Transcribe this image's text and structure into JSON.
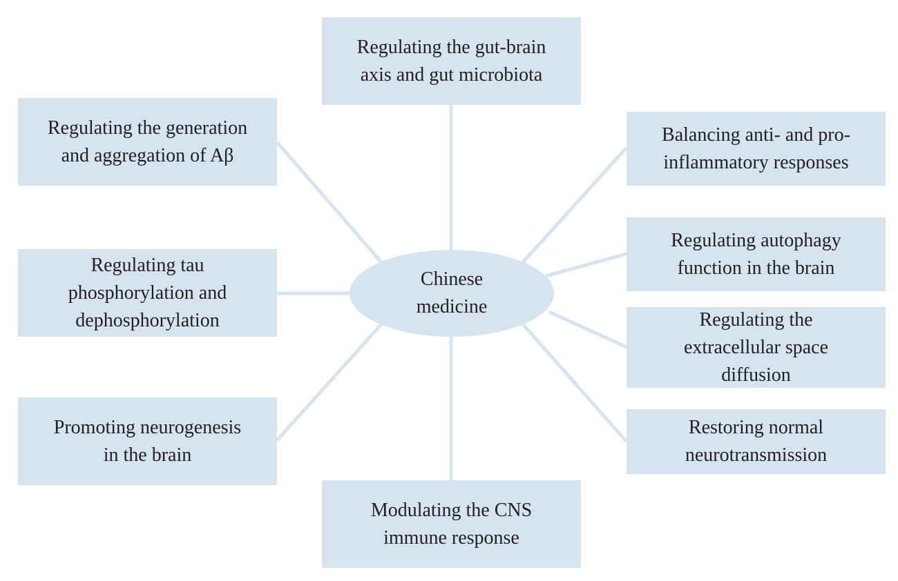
{
  "center": {
    "label": "Chinese\nmedicine"
  },
  "nodes": [
    {
      "id": "gut-brain",
      "label": "Regulating the gut-brain\naxis and gut microbiota"
    },
    {
      "id": "abeta",
      "label": "Regulating the generation\nand aggregation of Aβ"
    },
    {
      "id": "inflammatory",
      "label": "Balancing anti- and pro-\ninflammatory responses"
    },
    {
      "id": "autophagy",
      "label": "Regulating autophagy\nfunction in the brain"
    },
    {
      "id": "tau",
      "label": "Regulating tau\nphosphorylation and\ndephosphorylation"
    },
    {
      "id": "extracellular",
      "label": "Regulating the\nextracellular space\ndiffusion"
    },
    {
      "id": "neurogenesis",
      "label": "Promoting neurogenesis\nin the brain"
    },
    {
      "id": "neurotransmission",
      "label": "Restoring normal\nneurotransmission"
    },
    {
      "id": "cns-immune",
      "label": "Modulating the CNS\nimmune response"
    }
  ]
}
